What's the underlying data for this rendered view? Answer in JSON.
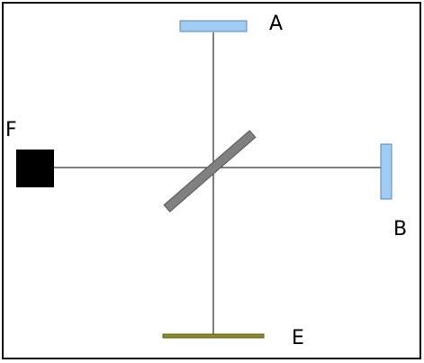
{
  "labels": {
    "A": "A",
    "B": "B",
    "E": "E",
    "F": "F"
  },
  "colors": {
    "border": "#000000",
    "beam": "#000000",
    "mirror_a": "#9fcdf2",
    "mirror_b": "#9fcdf2",
    "mirror_outline": "#5a88b8",
    "beam_splitter": "#808080",
    "screen_e": "#8b8b2a",
    "source_f": "#000000"
  },
  "icons": {
    "mirror_a": "mirror-icon",
    "mirror_b": "mirror-icon",
    "beam_splitter": "beam-splitter-icon",
    "screen_e": "screen-icon",
    "source_f": "light-source-icon"
  }
}
